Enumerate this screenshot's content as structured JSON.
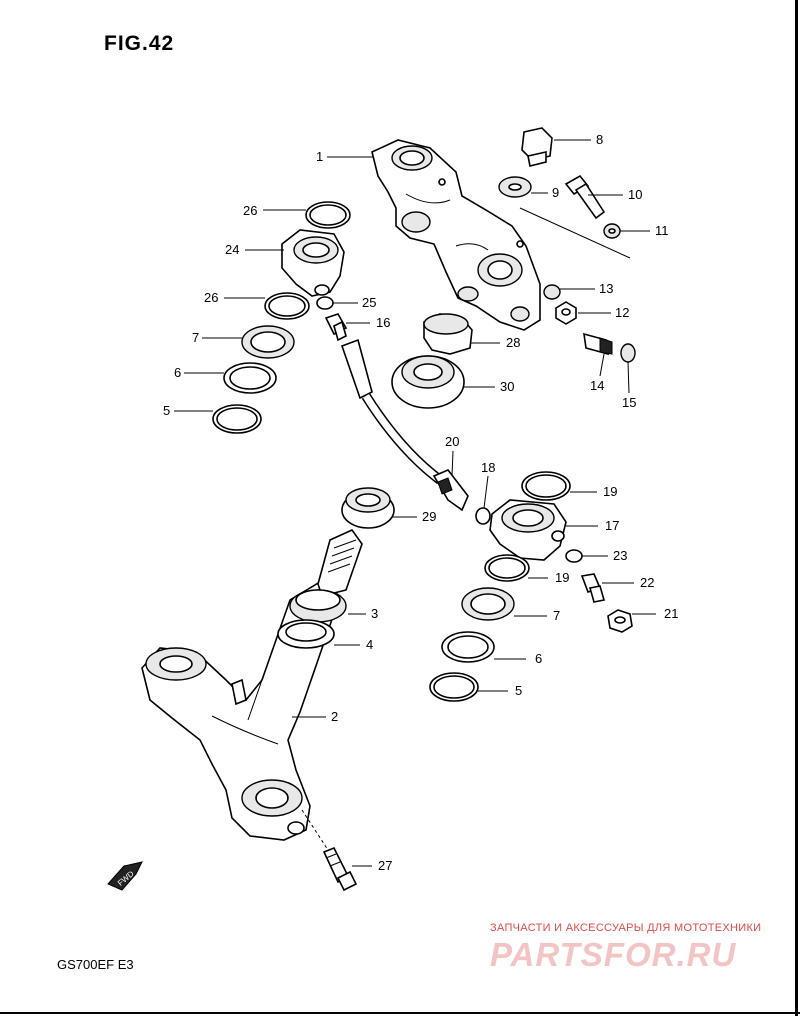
{
  "figure": {
    "title": "FIG.42",
    "model": "GS700EF  E3",
    "fwd_arrow": "FWD"
  },
  "watermark": {
    "tagline": "ЗАПЧАСТИ И АКСЕССУАРЫ ДЛЯ МОТОТЕХНИКИ",
    "logo": "PARTSFOR.RU"
  },
  "callouts": {
    "c1": "1",
    "c2": "2",
    "c3": "3",
    "c4": "4",
    "c5a": "5",
    "c5b": "5",
    "c6a": "6",
    "c6b": "6",
    "c7a": "7",
    "c7b": "7",
    "c8": "8",
    "c9": "9",
    "c10": "10",
    "c11": "11",
    "c12": "12",
    "c13": "13",
    "c14": "14",
    "c15": "15",
    "c16": "16",
    "c17": "17",
    "c18": "18",
    "c19a": "19",
    "c19b": "19",
    "c20": "20",
    "c21": "21",
    "c22": "22",
    "c23": "23",
    "c24": "24",
    "c25": "25",
    "c26a": "26",
    "c26b": "26",
    "c27": "27",
    "c28": "28",
    "c29": "29",
    "c30": "30"
  }
}
